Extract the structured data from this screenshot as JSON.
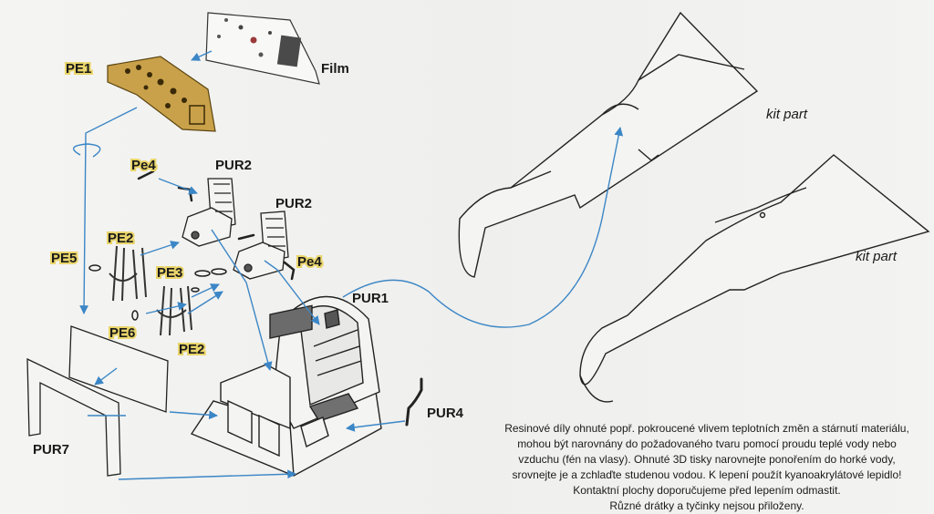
{
  "labels": {
    "pe1": "PE1",
    "film": "Film",
    "pe4_a": "Pe4",
    "pe4_b": "Pe4",
    "pur2_a": "PUR2",
    "pur2_b": "PUR2",
    "pe2_a": "PE2",
    "pe2_b": "PE2",
    "pe5": "PE5",
    "pe3": "PE3",
    "pe6": "PE6",
    "pur1": "PUR1",
    "pur4": "PUR4",
    "pur7": "PUR7",
    "kit_part_a": "kit part",
    "kit_part_b": "kit part"
  },
  "note": {
    "lines": [
      "Resinové díly ohnuté popř. pokroucené vlivem teplotních změn a stárnutí materiálu,",
      "mohou být narovnány do požadovaného tvaru pomocí proudu teplé vody nebo",
      "vzduchu (fén na vlasy). Ohnuté 3D tisky narovnejte ponořením do horké vody,",
      "srovnejte je a zchlaďte studenou vodou. K lepení použít kyanoakrylátové lepidlo!",
      "Kontaktní plochy doporučujeme před lepením odmastit.",
      "Různé drátky a tyčinky nejsou přiloženy."
    ]
  },
  "colors": {
    "arrow": "#3b86c6",
    "ink": "#1a1a1a",
    "brass": "#c9a14a",
    "paper": "#f1f1ef"
  }
}
